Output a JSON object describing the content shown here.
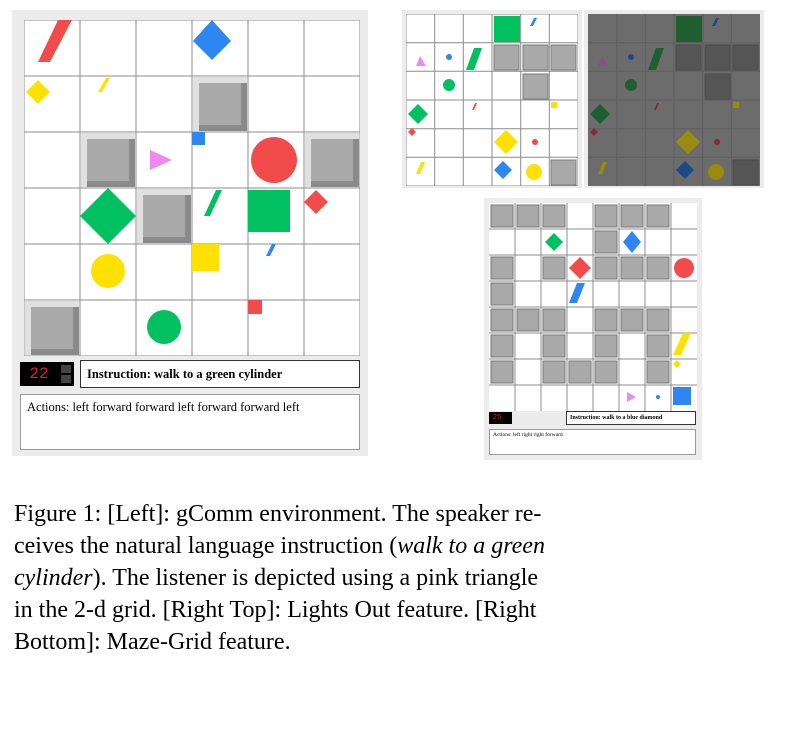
{
  "left_panel": {
    "counter": "22",
    "instruction": "Instruction: walk to a green cylinder",
    "actions": "Actions: left forward forward left forward forward left"
  },
  "right_bottom_panel": {
    "counter": "25",
    "instruction": "Instruction: walk to a blue diamond",
    "actions": "Actions: left right right forward"
  },
  "caption": {
    "lines": [
      "Figure 1: [Left]: gComm environment. The speaker re-",
      "ceives the natural language instruction (",
      "walk to a green",
      "cylinder",
      "). The listener is depicted using a pink triangle",
      "in the 2-d grid. [Right Top]: Lights Out feature. [Right",
      "Bottom]: Maze-Grid feature."
    ]
  },
  "colors": {
    "red": "#f24b4b",
    "blue": "#2e86f0",
    "yellow": "#ffe100",
    "green": "#00c060",
    "pink": "#f088f0",
    "wall_gray": "#a9a9a9",
    "dark_bg": "#6e6e6e"
  }
}
